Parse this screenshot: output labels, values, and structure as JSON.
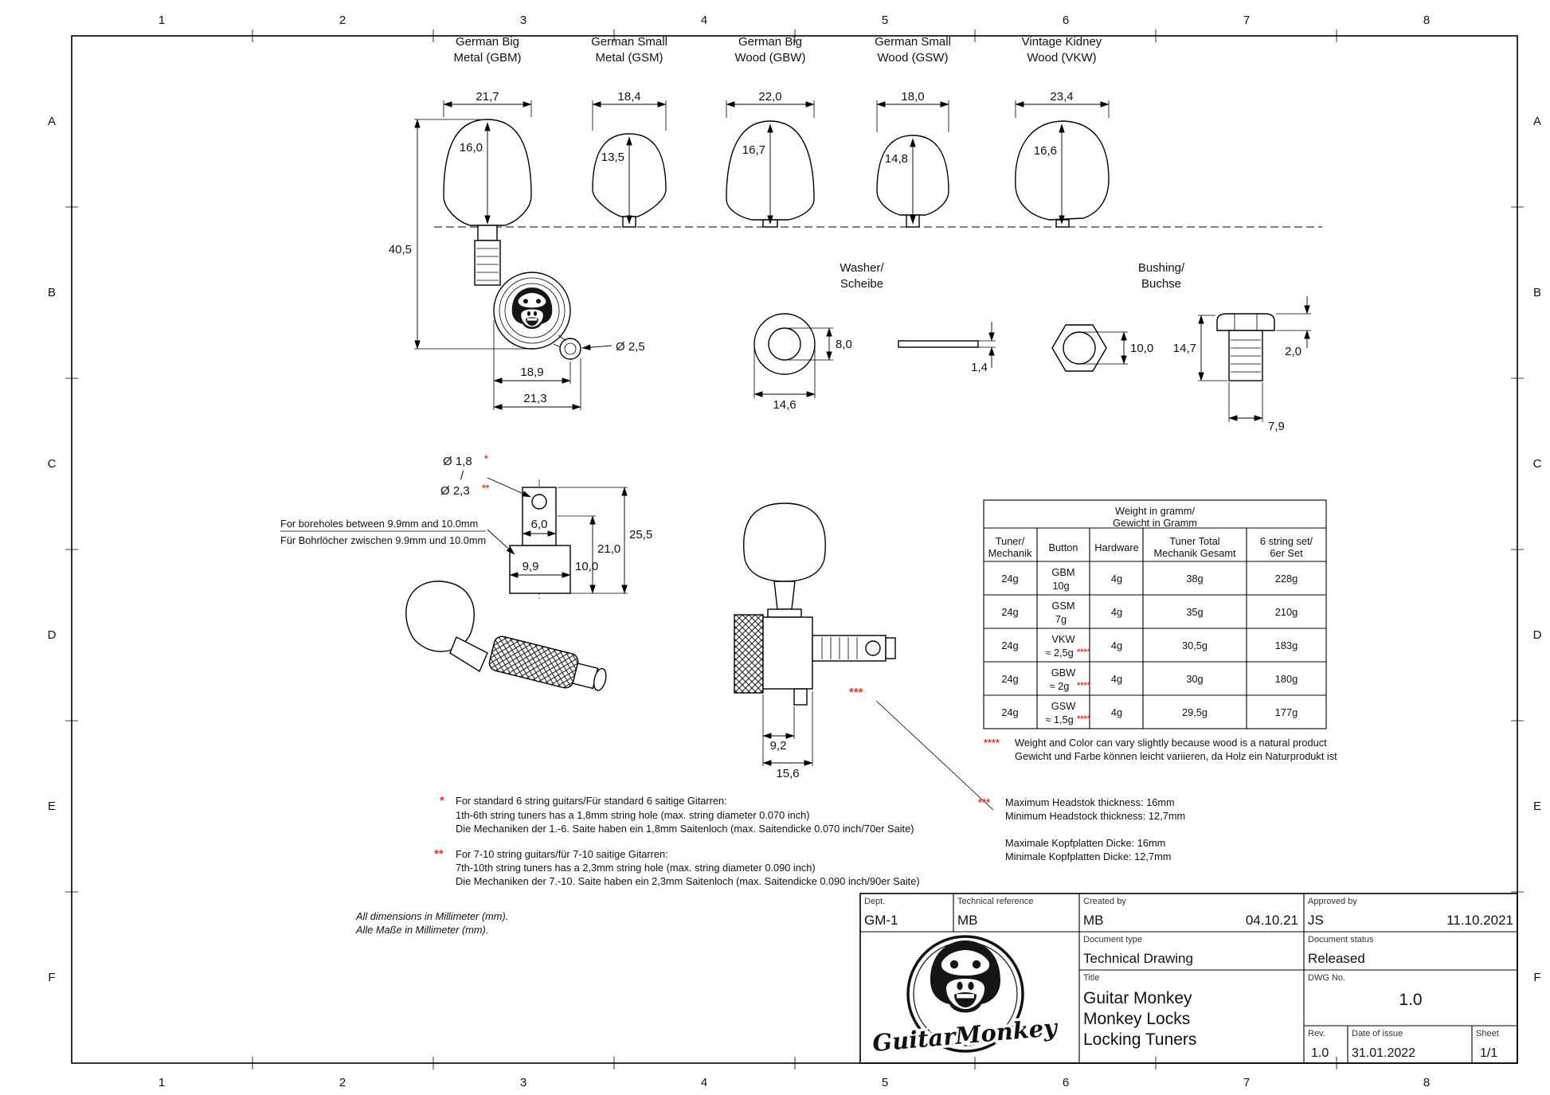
{
  "colors": {
    "red": "#e8352b",
    "line": "#000000",
    "background": "#ffffff"
  },
  "grid": {
    "cols": [
      "1",
      "2",
      "3",
      "4",
      "5",
      "6",
      "7",
      "8"
    ],
    "rows": [
      "A",
      "B",
      "C",
      "D",
      "E",
      "F"
    ]
  },
  "buttons": [
    {
      "line1": "German Big",
      "line2": "Metal (GBM)",
      "width": "21,7",
      "height": "16,0"
    },
    {
      "line1": "German Small",
      "line2": "Metal (GSM)",
      "width": "18,4",
      "height": "13,5"
    },
    {
      "line1": "German Big",
      "line2": "Wood (GBW)",
      "width": "22,0",
      "height": "16,7"
    },
    {
      "line1": "German Small",
      "line2": "Wood (GSW)",
      "width": "18,0",
      "height": "14,8"
    },
    {
      "line1": "Vintage Kidney",
      "line2": "Wood (VKW)",
      "width": "23,4",
      "height": "16,6"
    }
  ],
  "tuner_front": {
    "height": "40,5",
    "screw": "Ø 2,5",
    "dim1": "18,9",
    "dim2": "21,3"
  },
  "washer": {
    "title1": "Washer/",
    "title2": "Scheibe",
    "inner": "8,0",
    "outer": "14,6",
    "thick": "1,4"
  },
  "bushing": {
    "title1": "Bushing/",
    "title2": "Buchse",
    "inner": "10,0",
    "height": "14,7",
    "flange": "2,0",
    "dia": "7,9"
  },
  "post_detail": {
    "hole1": "Ø 1,8",
    "hole1_star": "*",
    "slash": "/",
    "hole2": "Ø 2,3",
    "hole2_star": "**",
    "dim_top": "6,0",
    "dim_bore1": "9,9",
    "dim_bore2": "10,0",
    "dim_mid": "21,0",
    "dim_full": "25,5",
    "note_en": "For boreholes between 9.9mm and 10.0mm",
    "note_de": "Für Bohrlöcher zwischen 9.9mm und 10.0mm"
  },
  "side_view": {
    "dim1": "9,2",
    "dim2": "15,6",
    "stars": "***"
  },
  "weight_table": {
    "title1": "Weight in gramm/",
    "title2": "Gewicht in Gramm",
    "headers": [
      {
        "l1": "Tuner/",
        "l2": "Mechanik"
      },
      {
        "l1": "Button"
      },
      {
        "l1": "Hardware"
      },
      {
        "l1": "Tuner Total",
        "l2": "Mechanik Gesamt"
      },
      {
        "l1": "6 string set/",
        "l2": "6er Set"
      }
    ],
    "rows": [
      {
        "tuner": "24g",
        "btn1": "GBM",
        "btn2": "10g",
        "stars": "",
        "hw": "4g",
        "total": "38g",
        "set": "228g"
      },
      {
        "tuner": "24g",
        "btn1": "GSM",
        "btn2": "7g",
        "stars": "",
        "hw": "4g",
        "total": "35g",
        "set": "210g"
      },
      {
        "tuner": "24g",
        "btn1": "VKW",
        "btn2": "≈ 2,5g",
        "stars": "****",
        "hw": "4g",
        "total": "30,5g",
        "set": "183g"
      },
      {
        "tuner": "24g",
        "btn1": "GBW",
        "btn2": "≈ 2g",
        "stars": "****",
        "hw": "4g",
        "total": "30g",
        "set": "180g"
      },
      {
        "tuner": "24g",
        "btn1": "GSW",
        "btn2": "≈ 1,5g",
        "stars": "****",
        "hw": "4g",
        "total": "29,5g",
        "set": "177g"
      }
    ],
    "footnote_stars": "****",
    "footnote_en": "Weight and Color can vary slightly because wood is a natural product",
    "footnote_de": "Gewicht und Farbe können leicht variieren, da Holz ein Naturprodukt ist"
  },
  "notes": {
    "star1": "*",
    "n1_l1": "For standard 6 string guitars/Für standard 6 saitige Gitarren:",
    "n1_l2": "1th-6th string tuners has a 1,8mm string hole (max. string diameter 0.070 inch)",
    "n1_l3": "Die Mechaniken der 1.-6. Saite haben ein 1,8mm Saitenloch (max. Saitendicke 0.070 inch/70er Saite)",
    "star2": "**",
    "n2_l1": "For 7-10 string guitars/für 7-10 saitige Gitarren:",
    "n2_l2": "7th-10th string tuners has a 2,3mm string hole (max. string diameter 0.090 inch)",
    "n2_l3": "Die Mechaniken der 7.-10. Saite haben ein 2,3mm Saitenloch (max. Saitendicke 0.090 inch/90er Saite)",
    "star3": "***",
    "n3_l1": "Maximum Headstok thickness: 16mm",
    "n3_l2": "Minimum Headstock thickness: 12,7mm",
    "n3_l3": "Maximale Kopfplatten Dicke: 16mm",
    "n3_l4": "Minimale Kopfplatten Dicke: 12,7mm",
    "dims_en": "All dimensions in Millimeter (mm).",
    "dims_de": "Alle Maße in Millimeter (mm)."
  },
  "title_block": {
    "dept_label": "Dept.",
    "dept": "GM-1",
    "techref_label": "Technical reference",
    "techref": "MB",
    "created_label": "Created by",
    "created": "MB",
    "created_date": "04.10.21",
    "approved_label": "Approved by",
    "approved": "JS",
    "approved_date": "11.10.2021",
    "doctype_label": "Document type",
    "doctype": "Technical Drawing",
    "status_label": "Document status",
    "status": "Released",
    "title_label": "Title",
    "title_l1": "Guitar Monkey",
    "title_l2": "Monkey Locks",
    "title_l3": "Locking Tuners",
    "dwg_label": "DWG No.",
    "dwg": "1.0",
    "rev_label": "Rev.",
    "rev": "1.0",
    "issue_label": "Date of issue",
    "issue": "31.01.2022",
    "sheet_label": "Sheet",
    "sheet": "1/1",
    "logo_text": "GuitarMonkey"
  }
}
